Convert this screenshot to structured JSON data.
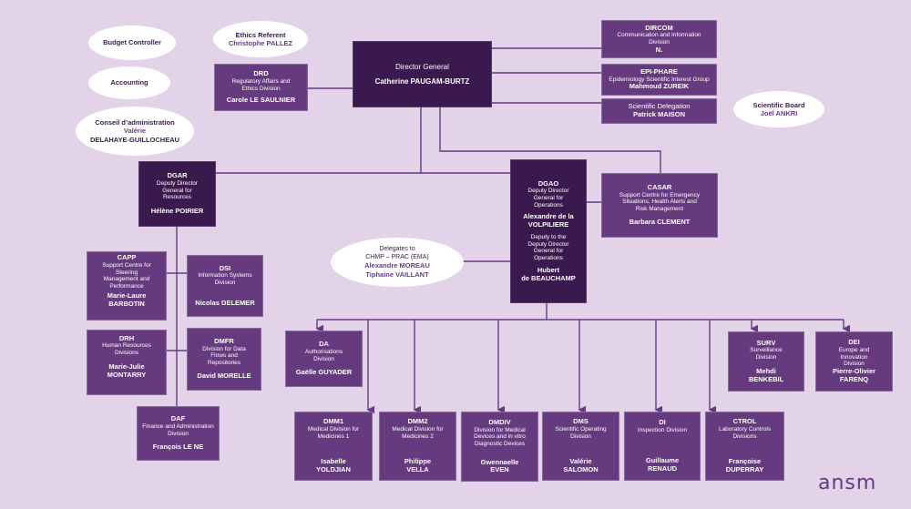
{
  "colors": {
    "background": "#e2d3e8",
    "dark_box": "#3a1a4e",
    "mid_box": "#663a7e",
    "line": "#663a7e",
    "oval": "#ffffff"
  },
  "ovals": {
    "budget": {
      "title": "Budget Controller"
    },
    "accounting": {
      "title": "Accounting"
    },
    "board": {
      "title": "Conseil d’administration",
      "name1": "Valérie",
      "name2": "DELAHAYE-GUILLOCHEAU"
    },
    "ethics": {
      "title": "Ethics Referent",
      "name": "Christophe PALLEZ"
    },
    "scientific_board": {
      "title": "Scientific Board",
      "name": "Joël ANKRI"
    },
    "delegates": {
      "line1": "Delegates to",
      "line2": "CHMP – PRAC (EMA)",
      "name1": "Alexandre MOREAU",
      "name2": "Tiphaine VAILLANT"
    }
  },
  "director_general": {
    "title": "Director General",
    "name": "Catherine PAUGAM-BURTZ"
  },
  "drd": {
    "code": "DRD",
    "desc1": "Regulatory Affairs and",
    "desc2": "Ethics Division",
    "name": "Carole LE SAULNIER"
  },
  "dircom": {
    "code": "DIRCOM",
    "desc1": "Communication and Information",
    "desc2": "Division",
    "name": "N."
  },
  "epiphare": {
    "code": "EPI-PHARE",
    "desc": "Epidemiology Scientific Interest Group",
    "name": "Mahmoud ZUREIK"
  },
  "sci_delegation": {
    "title": "Scientific Delegation",
    "name": "Patrick MAISON"
  },
  "dgar": {
    "code": "DGAR",
    "desc1": "Deputy Director",
    "desc2": "General for",
    "desc3": "Resources",
    "name": "Hélène POIRIER"
  },
  "dgao": {
    "code": "DGAO",
    "desc1": "Deputy Director",
    "desc2": "General for",
    "desc3": "Operations",
    "name1": "Alexandre de la",
    "name2": "VOLPILIERE",
    "deputy1": "Deputy to the",
    "deputy2": "Deputy Director",
    "deputy3": "General for",
    "deputy4": "Operations",
    "dname1": "Hubert",
    "dname2": "de BEAUCHAMP"
  },
  "casar": {
    "code": "CASAR",
    "desc1": "Support Centre for Emergency",
    "desc2": "Situations, Health Alerts and",
    "desc3": "Risk Management",
    "name": "Barbara CLEMENT"
  },
  "capp": {
    "code": "CAPP",
    "desc1": "Support Centre for Steering",
    "desc2": "Management and",
    "desc3": "Performance",
    "name": "Marie-Laure BARBOTIN"
  },
  "dsi": {
    "code": "DSI",
    "desc1": "Information Systems",
    "desc2": "Division",
    "name": "Nicolas DELEMER"
  },
  "drh": {
    "code": "DRH",
    "desc1": "Human Resources",
    "desc2": "Divisions",
    "name": "Marie-Julie MONTARRY"
  },
  "dmfr": {
    "code": "DMFR",
    "desc1": "Division for Data",
    "desc2": "Flows and",
    "desc3": "Repositories",
    "name": "David MORELLE"
  },
  "daf": {
    "code": "DAF",
    "desc1": "Finance and Administration",
    "desc2": "Division",
    "name": "François LE NE"
  },
  "da": {
    "code": "DA",
    "desc1": "Authorisations",
    "desc2": "Division",
    "name": "Gaëlle GUYADER"
  },
  "surv": {
    "code": "SURV",
    "desc1": "Surveillance",
    "desc2": "Division",
    "name1": "Mehdi",
    "name2": "BENKEBIL"
  },
  "dei": {
    "code": "DEI",
    "desc1": "Europe and",
    "desc2": "Innovation",
    "desc3": "Division",
    "name1": "Pierre-Olivier",
    "name2": "FARENQ"
  },
  "dmm1": {
    "code": "DMM1",
    "desc1": "Medical Division for",
    "desc2": "Medicines 1",
    "name1": "Isabelle",
    "name2": "YOLDJIAN"
  },
  "dmm2": {
    "code": "DMM2",
    "desc1": "Medical Division for",
    "desc2": "Medicines 2",
    "name1": "Philippe",
    "name2": "VELLA"
  },
  "dmdiv": {
    "code": "DMDIV",
    "desc1": "Division for Medical",
    "desc2": "Devices and  in vitro",
    "desc3": "Diagnostic Devices",
    "name1": "Gwennaelle",
    "name2": "EVEN"
  },
  "dms": {
    "code": "DMS",
    "desc1": "Scientific Operating",
    "desc2": "Division",
    "name1": "Valérie",
    "name2": "SALOMON"
  },
  "di": {
    "code": "DI",
    "desc1": "Inspection Division",
    "name1": "Guillaume",
    "name2": "RENAUD"
  },
  "ctrol": {
    "code": "CTROL",
    "desc1": "Laboratory Controls",
    "desc2": "Divisions",
    "name1": "Françoise",
    "name2": "DUPERRAY"
  },
  "logo": {
    "text": "ansm"
  }
}
